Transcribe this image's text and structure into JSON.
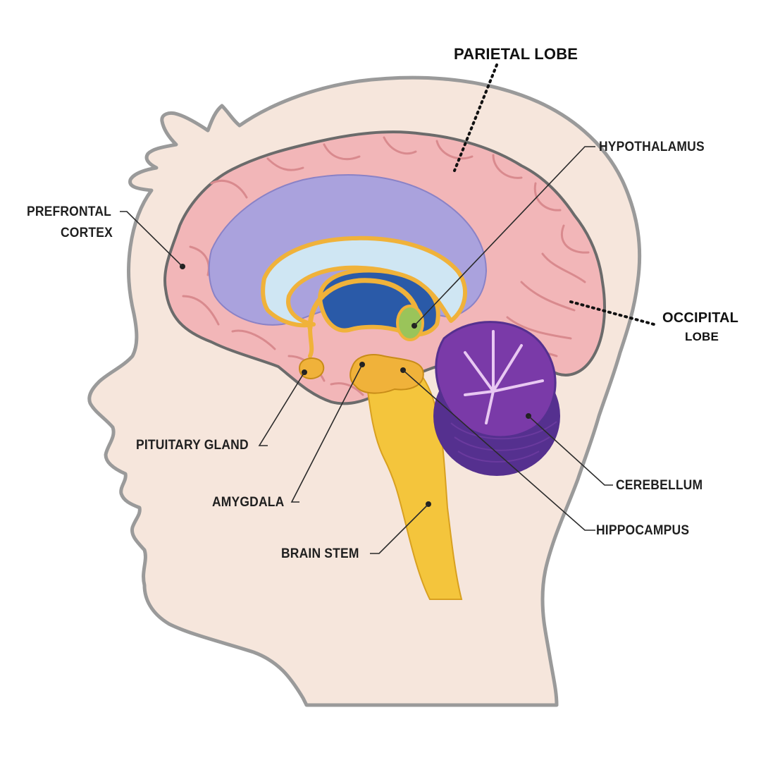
{
  "diagram": {
    "labels": {
      "parietal_lobe": "PARIETAL LOBE",
      "hypothalamus": "HYPOTHALAMUS",
      "prefrontal_line1": "PREFRONTAL",
      "prefrontal_line2": "CORTEX",
      "occipital_line1": "OCCIPITAL",
      "occipital_line2": "LOBE",
      "pituitary_gland": "PITUITARY GLAND",
      "amygdala": "AMYGDALA",
      "brain_stem": "BRAIN STEM",
      "cerebellum": "CEREBELLUM",
      "hippocampus": "HIPPOCAMPUS"
    },
    "colors": {
      "head_fill": "#f6e6dc",
      "head_outline": "#9a9a9a",
      "cortex": "#f2b6b8",
      "cortex_fold": "#d98a8e",
      "ventricle_lavender": "#aaa2dd",
      "corpus_callosum": "#cfe6f3",
      "ventricle_blue": "#2a5aa8",
      "limbic_gold": "#f0b23a",
      "brainstem": "#f4c53c",
      "hypothalamus_green": "#9ac45a",
      "cerebellum": "#7a3aa8",
      "cerebellum_dark": "#55308f"
    }
  }
}
